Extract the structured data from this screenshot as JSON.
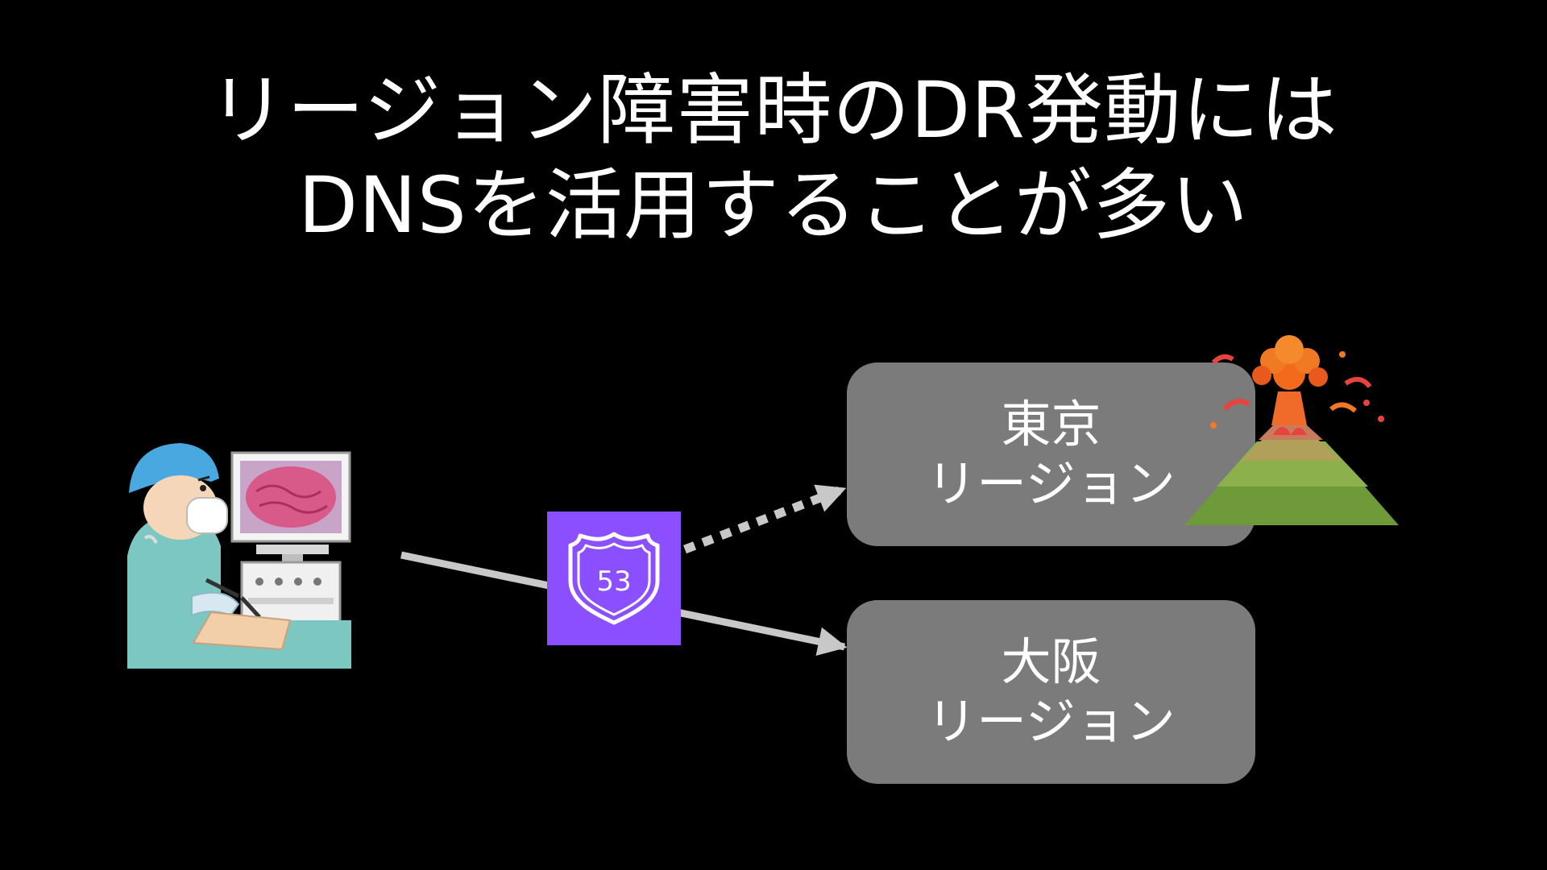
{
  "slide": {
    "title_line1": "リージョン障害時のDR発動には",
    "title_line2": "DNSを活用することが多い"
  },
  "diagram": {
    "route53": {
      "label": "53",
      "icon": "route53-shield-icon",
      "color": "#8c4fff"
    },
    "regions": [
      {
        "name": "東京",
        "suffix": "リージョン",
        "status": "failed"
      },
      {
        "name": "大阪",
        "suffix": "リージョン",
        "status": "active"
      }
    ],
    "colors": {
      "background": "#000000",
      "region_box": "#7b7b7b",
      "arrow": "#c8c8c8"
    }
  }
}
